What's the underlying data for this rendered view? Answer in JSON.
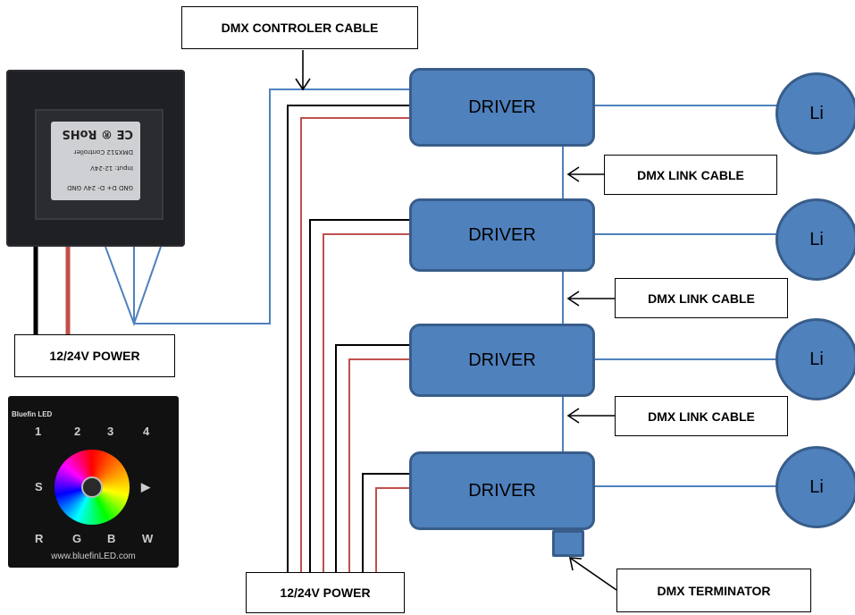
{
  "labels": {
    "controller_cable": "DMX CONTROLER CABLE",
    "power_top": "12/24V POWER",
    "power_bottom": "12/24V POWER",
    "link_cable": "DMX LINK CABLE",
    "terminator": "DMX TERMINATOR"
  },
  "drivers": [
    "DRIVER",
    "DRIVER",
    "DRIVER",
    "DRIVER"
  ],
  "lights": [
    "Li",
    "Li",
    "Li",
    "Li"
  ],
  "controller_back": {
    "marks": "CE ® RoHS",
    "line1": "DMX512 Controller",
    "line2": "Input: 12-24V",
    "line3": "GND D+ D- 24V GND"
  },
  "controller_front": {
    "logo": "Bluefin LED",
    "keys": [
      "1",
      "2",
      "3",
      "4",
      "S",
      "▶",
      "R",
      "G",
      "B",
      "W"
    ],
    "url": "www.bluefinLED.com"
  },
  "colors": {
    "driver_fill": "#4f81bd",
    "driver_border": "#385d8a",
    "dmx_wire": "#4f81bd",
    "power_black": "#000000",
    "power_red": "#c0504d"
  }
}
